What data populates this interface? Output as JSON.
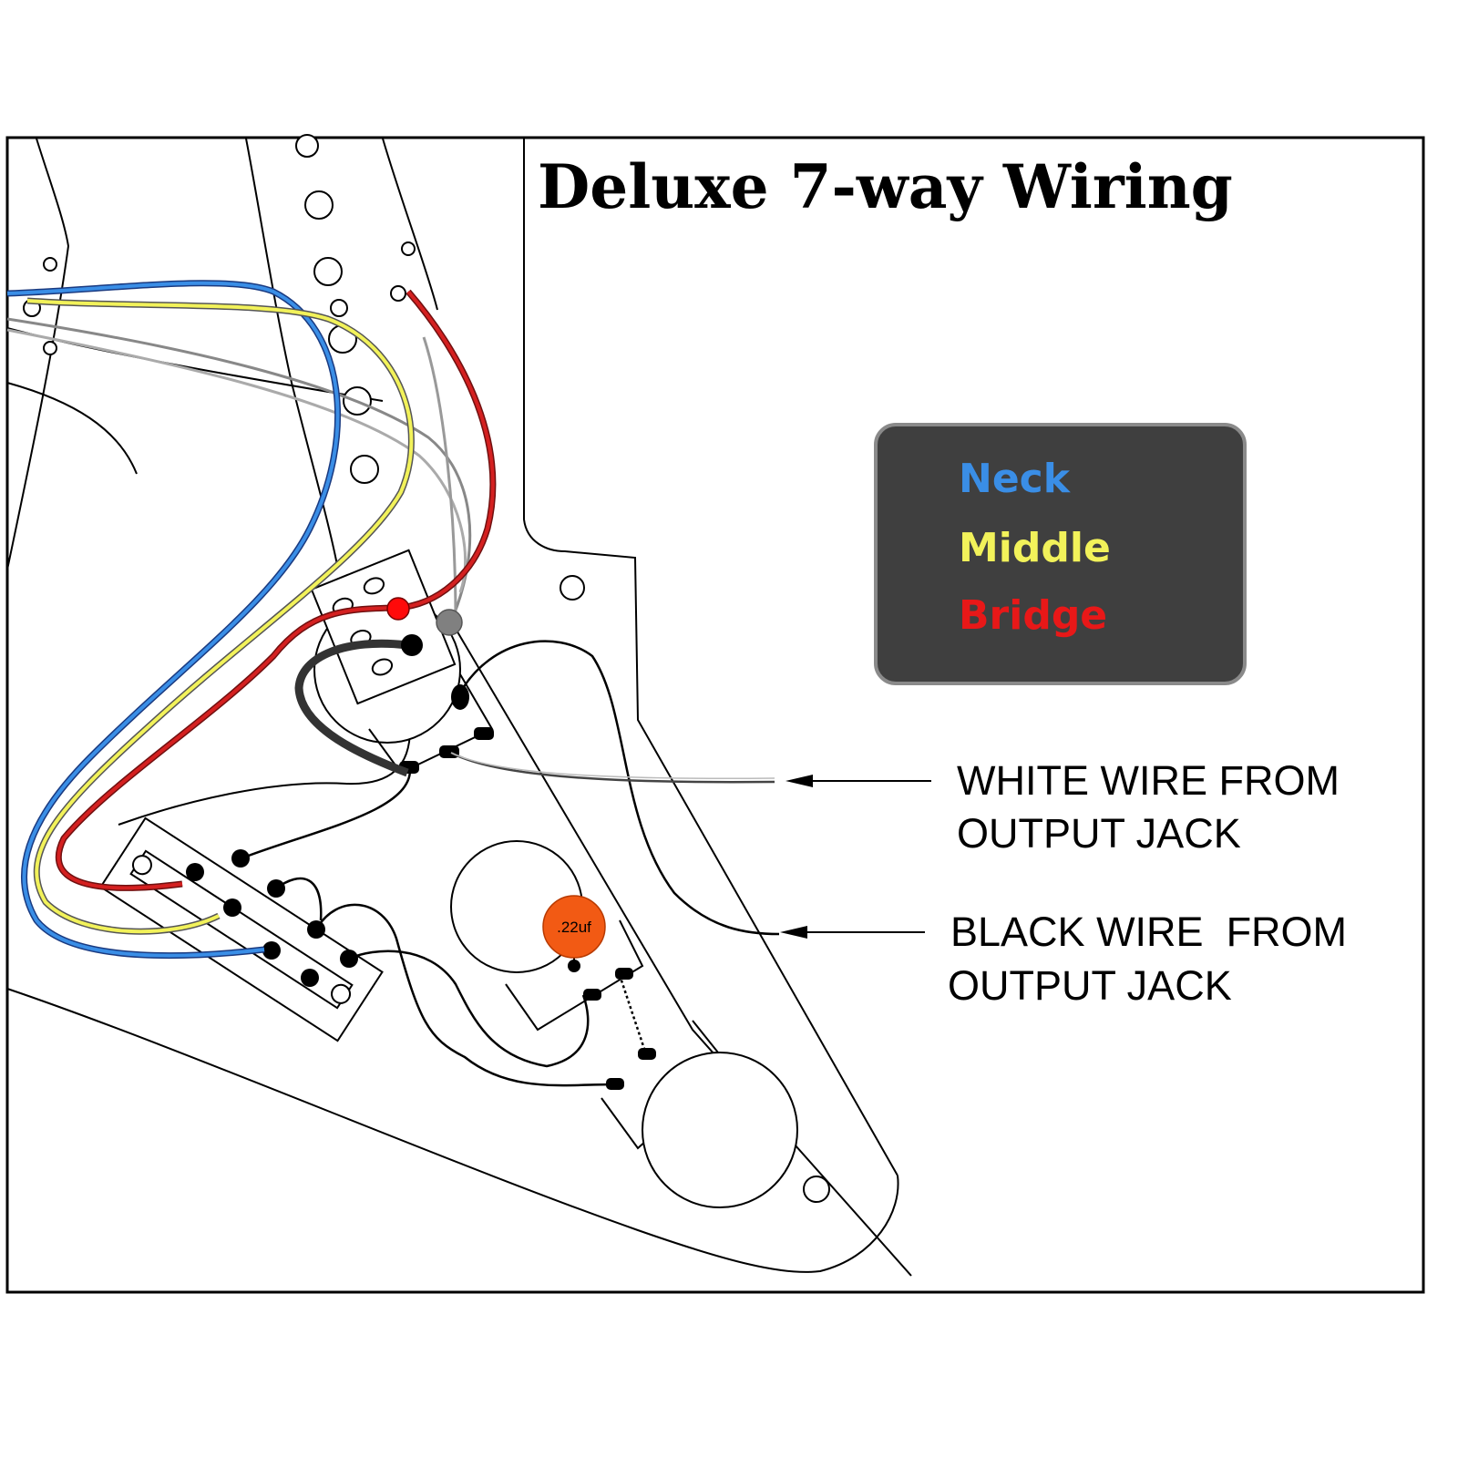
{
  "title": "Deluxe 7-way Wiring",
  "legend": {
    "items": [
      {
        "label": "Neck",
        "color": "#3a8ee6"
      },
      {
        "label": "Middle",
        "color": "#f2f25a"
      },
      {
        "label": "Bridge",
        "color": "#e81818"
      }
    ],
    "background": "#3f3f3f"
  },
  "annotations": {
    "white_wire_line1": "WHITE WIRE FROM",
    "white_wire_line2": "OUTPUT JACK",
    "black_wire_line1": "BLACK WIRE  FROM",
    "black_wire_line2": "OUTPUT JACK"
  },
  "capacitor": {
    "label": ".22uf",
    "color": "#f25a14"
  }
}
